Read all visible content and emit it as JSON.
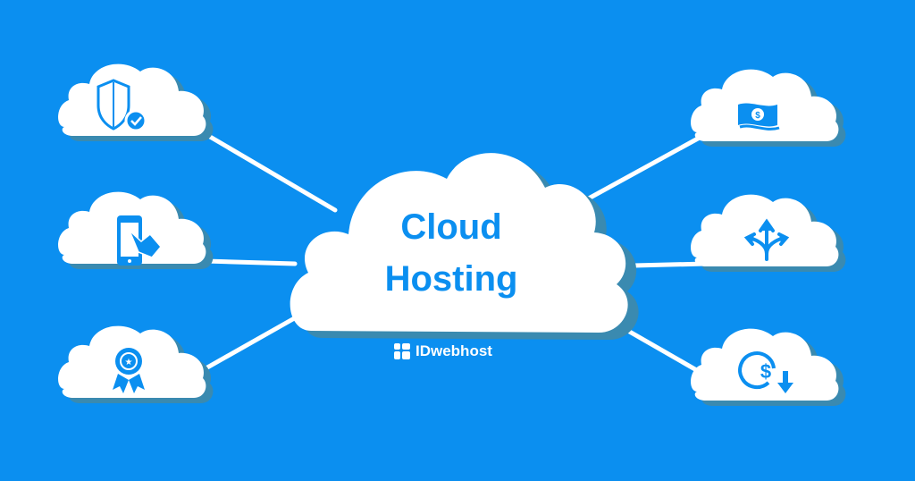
{
  "center": {
    "title_line1": "Cloud",
    "title_line2": "Hosting",
    "brand": "IDwebhost"
  },
  "nodes": [
    {
      "id": "security",
      "icon": "shield-check-icon",
      "side": "left",
      "position": "top"
    },
    {
      "id": "mobile",
      "icon": "smartphone-touch-icon",
      "side": "left",
      "position": "middle"
    },
    {
      "id": "quality",
      "icon": "award-ribbon-icon",
      "side": "left",
      "position": "bottom"
    },
    {
      "id": "money",
      "icon": "money-bill-icon",
      "side": "right",
      "position": "top"
    },
    {
      "id": "flexibility",
      "icon": "split-arrows-icon",
      "side": "right",
      "position": "middle"
    },
    {
      "id": "cost-reduction",
      "icon": "dollar-down-icon",
      "side": "right",
      "position": "bottom"
    }
  ],
  "colors": {
    "background": "#0b8ff0",
    "cloud": "#ffffff",
    "shadow": "#3a8ab0",
    "accent": "#0b8ff0"
  }
}
